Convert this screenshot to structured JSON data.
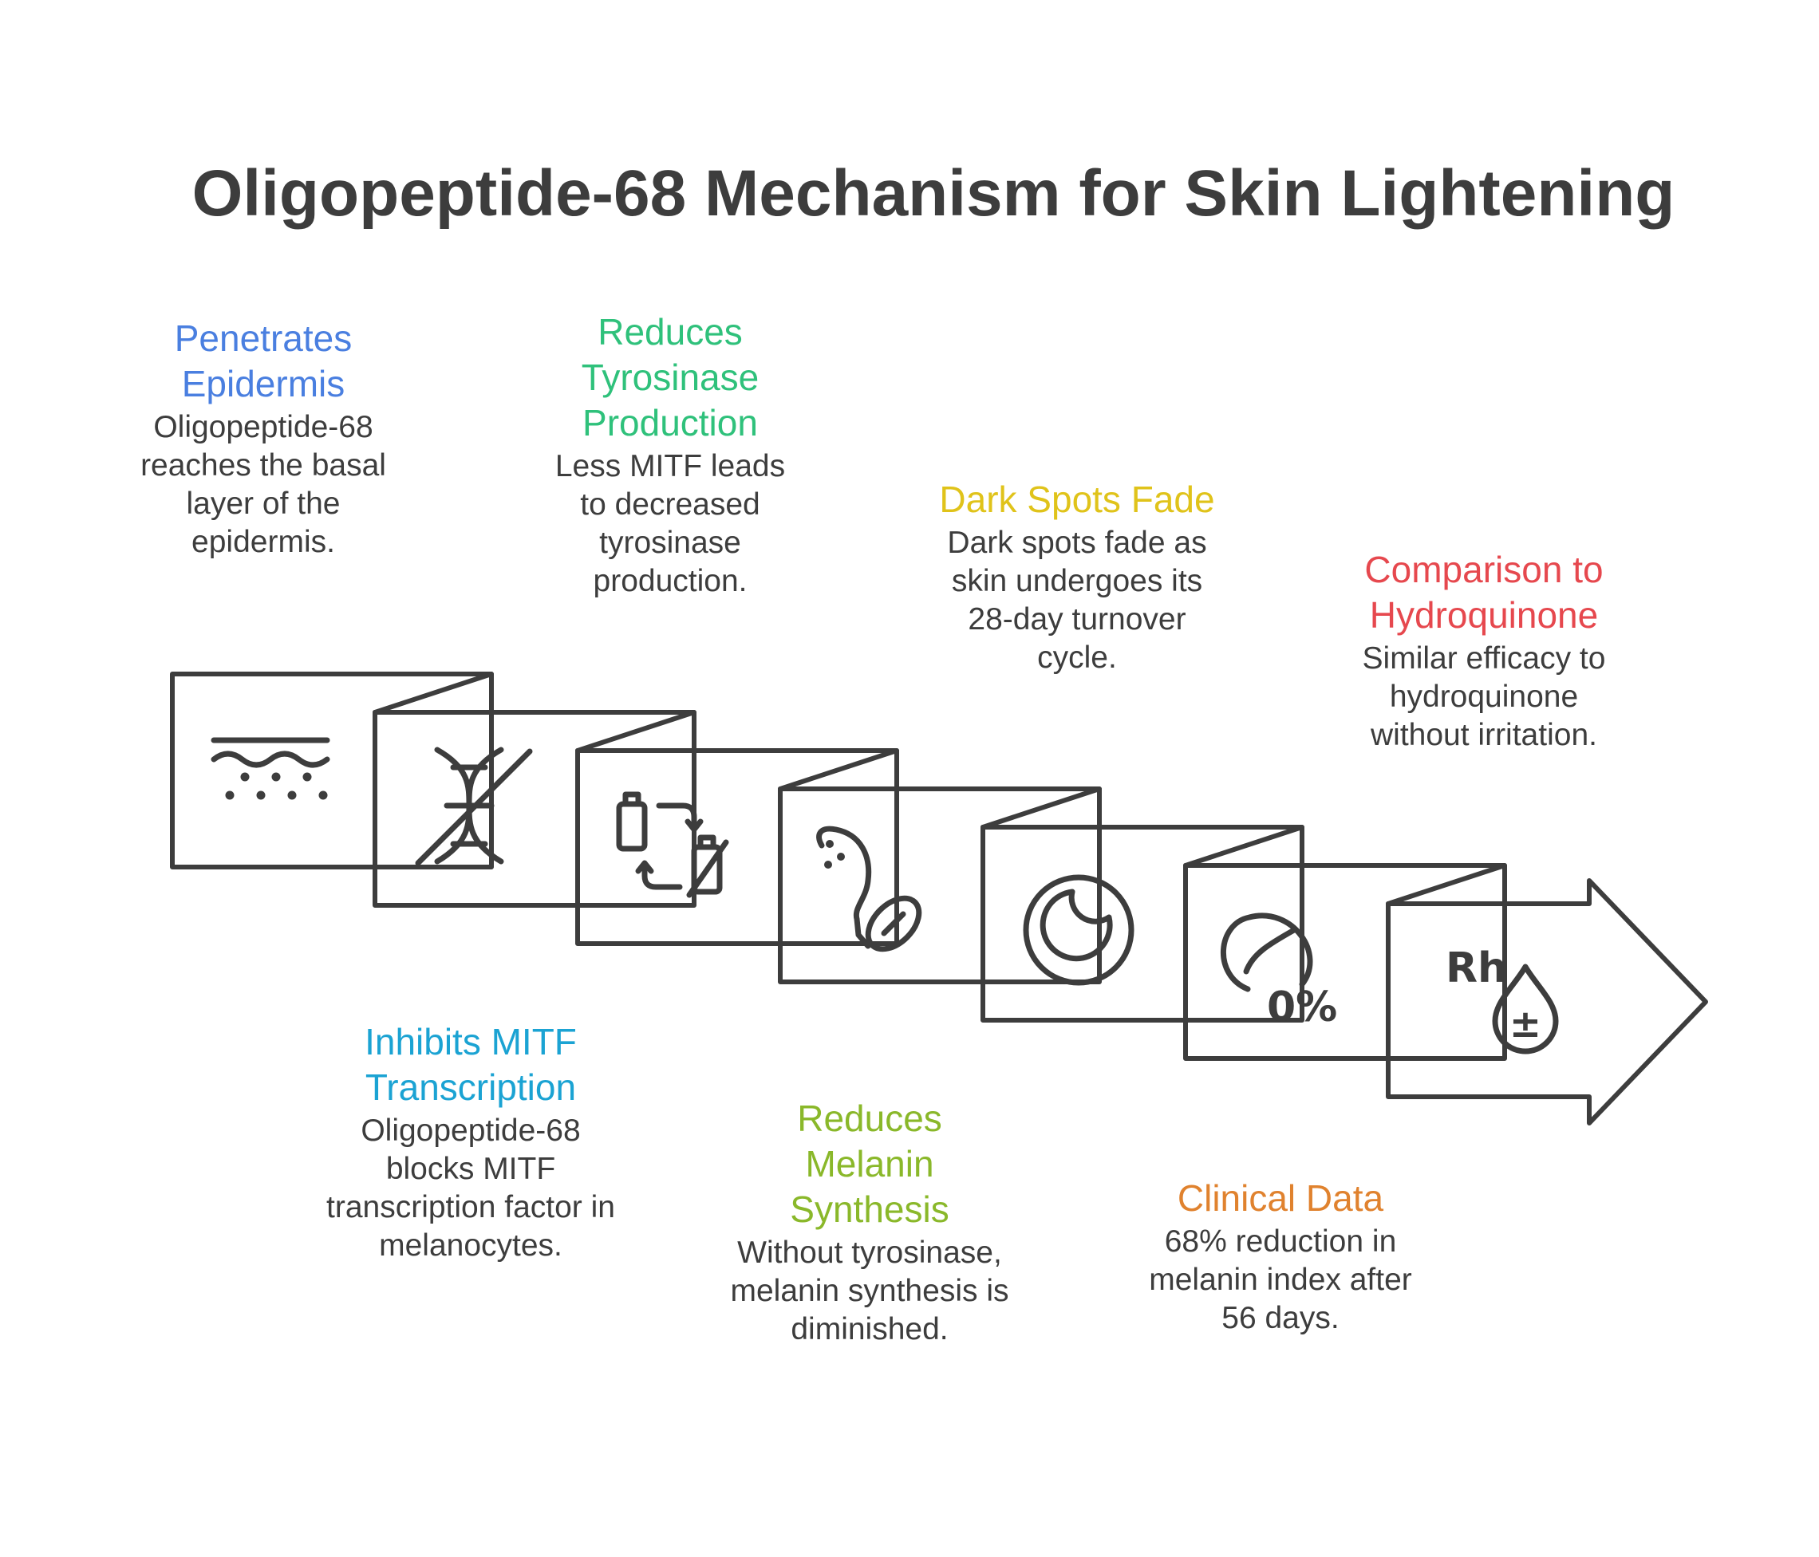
{
  "title": "Oligopeptide-68 Mechanism for Skin Lightening",
  "icon_glyphs": {
    "zero_percent": "0%",
    "rh": "Rh",
    "plus_minus": "±"
  },
  "steps": [
    {
      "heading": "Penetrates Epidermis",
      "text": "Oligopeptide-68 reaches the basal layer of the epidermis.",
      "color": "#4a7fe0",
      "icon": "skin-layers-icon"
    },
    {
      "heading": "Inhibits MITF Transcription",
      "text": "Oligopeptide-68 blocks MITF transcription factor in melanocytes.",
      "color": "#1ba3d3",
      "icon": "dna-blocked-icon"
    },
    {
      "heading": "Reduces Tyrosinase Production",
      "text": "Less MITF leads to decreased tyrosinase production.",
      "color": "#2fc17b",
      "icon": "enzyme-exchange-icon"
    },
    {
      "heading": "Reduces Melanin Synthesis",
      "text": "Without tyrosinase, melanin synthesis is diminished.",
      "color": "#8ab82a",
      "icon": "face-pigment-icon"
    },
    {
      "heading": "Dark Spots Fade",
      "text": "Dark spots fade as skin undergoes its 28-day turnover cycle.",
      "color": "#e0c31a",
      "icon": "moon-cycle-icon"
    },
    {
      "heading": "Clinical Data",
      "text": "68% reduction in melanin index after 56 days.",
      "color": "#e0822e",
      "icon": "bean-zero-percent-icon"
    },
    {
      "heading": "Comparison to Hydroquinone",
      "text": "Similar efficacy to hydroquinone without irritation.",
      "color": "#e6484e",
      "icon": "rh-drop-icon"
    }
  ]
}
